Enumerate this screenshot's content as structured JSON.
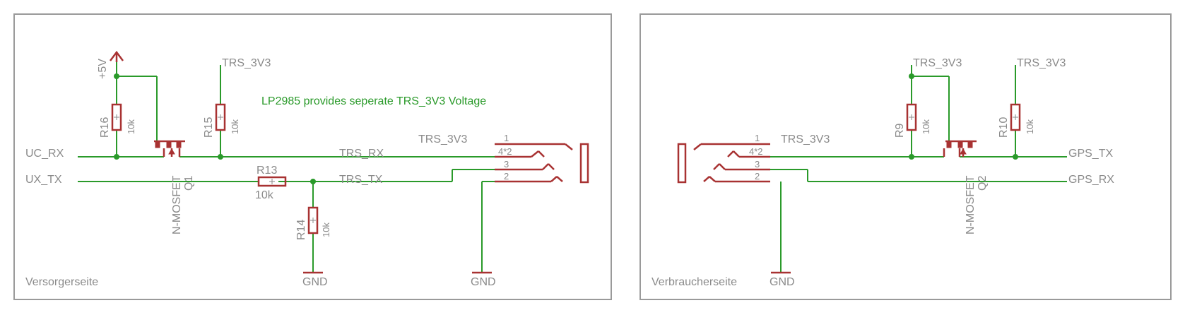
{
  "left_sheet": {
    "title": "Versorgerseite",
    "note": "LP2985 provides seperate TRS_3V3 Voltage",
    "supply": "+5V",
    "nets": {
      "uc_rx": "UC_RX",
      "ux_tx": "UX_TX",
      "trs_rx": "TRS_RX",
      "trs_tx": "TRS_TX",
      "trs_3v3_a": "TRS_3V3",
      "trs_3v3_b": "TRS_3V3"
    },
    "r16": {
      "name": "R16",
      "value": "10k"
    },
    "r15": {
      "name": "R15",
      "value": "10k"
    },
    "r13": {
      "name": "R13",
      "value": "10k"
    },
    "r14": {
      "name": "R14",
      "value": "10k"
    },
    "q1": {
      "name": "Q1",
      "value": "N-MOSFET"
    },
    "jack_pins": [
      "1",
      "4*2",
      "3",
      "2"
    ],
    "gnd1": "GND",
    "gnd2": "GND"
  },
  "right_sheet": {
    "title": "Verbraucherseite",
    "nets": {
      "trs_3v3_a": "TRS_3V3",
      "trs_3v3_b": "TRS_3V3",
      "trs_3v3_c": "TRS_3V3",
      "gps_tx": "GPS_TX",
      "gps_rx": "GPS_RX"
    },
    "r9": {
      "name": "R9",
      "value": "10k"
    },
    "r10": {
      "name": "R10",
      "value": "10k"
    },
    "q2": {
      "name": "Q2",
      "value": "N-MOSFET"
    },
    "jack_pins": [
      "1",
      "4*2",
      "3",
      "2"
    ],
    "gnd": "GND"
  },
  "colors": {
    "net": "#2a9a2a",
    "part": "#a83232",
    "label": "#8a8a8a",
    "frame": "#9a9a9a"
  }
}
